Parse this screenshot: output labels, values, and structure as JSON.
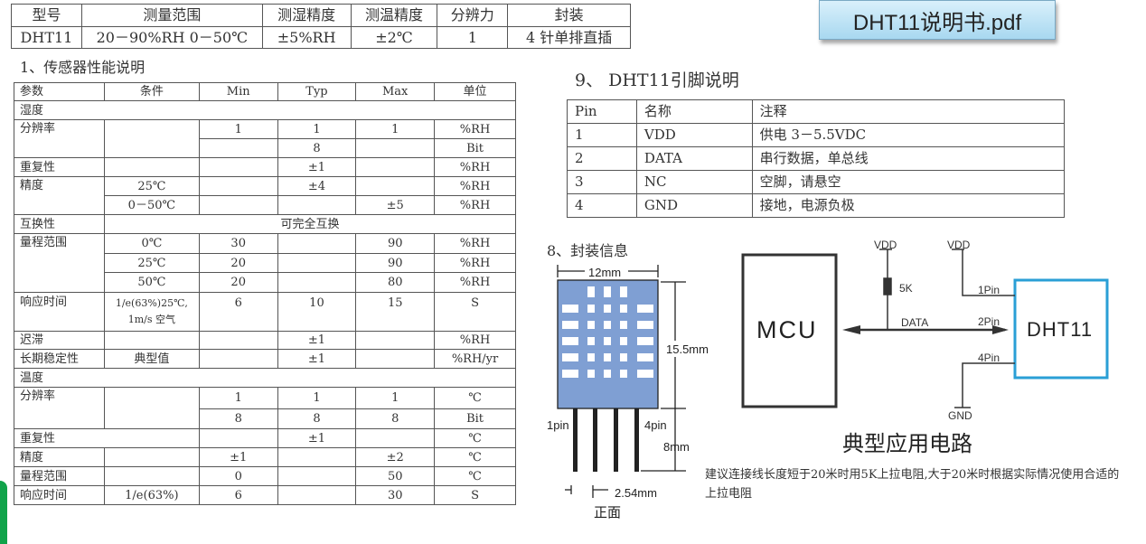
{
  "badge": {
    "title": "DHT11说明书.pdf"
  },
  "summary_table": {
    "headers": [
      "型号",
      "测量范围",
      "测湿精度",
      "测温精度",
      "分辨力",
      "封装"
    ],
    "row": [
      "DHT11",
      "20－90%RH 0－50℃",
      "±5%RH",
      "±2℃",
      "1",
      "4 针单排直插"
    ]
  },
  "section1": {
    "title": "1、传感器性能说明",
    "headers": [
      "参数",
      "条件",
      "Min",
      "Typ",
      "Max",
      "单位"
    ],
    "humidity_label": "湿度",
    "temperature_label": "温度",
    "humidity_rows": {
      "resolution": {
        "param": "分辨率",
        "r1": [
          "1",
          "1",
          "1",
          "%RH"
        ],
        "r2": [
          "",
          "8",
          "",
          "Bit"
        ]
      },
      "repeatability": {
        "param": "重复性",
        "cells": [
          "",
          "",
          "±1",
          "",
          "%RH"
        ]
      },
      "accuracy": {
        "param": "精度",
        "r1": [
          "25℃",
          "",
          "±4",
          "",
          "%RH"
        ],
        "r2": [
          "0－50℃",
          "",
          "",
          "±5",
          "%RH"
        ]
      },
      "interchange": {
        "param": "互换性",
        "value": "可完全互换"
      },
      "range": {
        "param": "量程范围",
        "r1": [
          "0℃",
          "30",
          "",
          "90",
          "%RH"
        ],
        "r2": [
          "25℃",
          "20",
          "",
          "90",
          "%RH"
        ],
        "r3": [
          "50℃",
          "20",
          "",
          "80",
          "%RH"
        ]
      },
      "response": {
        "param": "响应时间",
        "cond_line1": "1/e(63%)25℃,",
        "cond_line2": "1m/s 空气",
        "cells": [
          "6",
          "10",
          "15",
          "S"
        ]
      },
      "hysteresis": {
        "param": "迟滞",
        "cells": [
          "",
          "",
          "±1",
          "",
          "%RH"
        ]
      },
      "stability": {
        "param": "长期稳定性",
        "cells": [
          "典型值",
          "",
          "±1",
          "",
          "%RH/yr"
        ]
      }
    },
    "temperature_rows": {
      "resolution": {
        "param": "分辨率",
        "r1": [
          "1",
          "1",
          "1",
          "℃"
        ],
        "r2": [
          "8",
          "8",
          "8",
          "Bit"
        ]
      },
      "repeatability": {
        "param": "重复性",
        "cells": [
          "",
          "±1",
          "",
          "℃"
        ]
      },
      "accuracy": {
        "param": "精度",
        "cells": [
          "",
          "±1",
          "",
          "±2",
          "℃"
        ]
      },
      "range": {
        "param": "量程范围",
        "cells": [
          "",
          "0",
          "",
          "50",
          "℃"
        ]
      },
      "response": {
        "param": "响应时间",
        "cells": [
          "1/e(63%)",
          "6",
          "",
          "30",
          "S"
        ]
      }
    }
  },
  "section9": {
    "title": "9、 DHT11引脚说明",
    "headers": [
      "Pin",
      "名称",
      "注释"
    ],
    "rows": [
      [
        "1",
        "VDD",
        "供电 3－5.5VDC"
      ],
      [
        "2",
        "DATA",
        "串行数据，单总线"
      ],
      [
        "3",
        "NC",
        "空脚，请悬空"
      ],
      [
        "4",
        "GND",
        "接地，电源负极"
      ]
    ]
  },
  "section8": {
    "title": "8、封装信息",
    "width_label": "12mm",
    "height_label": "15.5mm",
    "pin_length_label": "8mm",
    "pitch_label": "2.54mm",
    "pin1_label": "1pin",
    "pin4_label": "4pin",
    "front_label": "正面",
    "body_color": "#7f9fd3"
  },
  "circuit": {
    "mcu_label": "MCU",
    "sensor_label": "DHT11",
    "vdd_label_1": "VDD",
    "vdd_label_2": "VDD",
    "resistor_label": "5K",
    "data_label": "DATA",
    "pin1": "1Pin",
    "pin2": "2Pin",
    "pin4": "4Pin",
    "gnd_label": "GND",
    "caption": "典型应用电路",
    "note": "建议连接线长度短于20米时用5K上拉电阻,大于20米时根据实际情况使用合适的上拉电阻",
    "sensor_border_color": "#2a9fd6"
  }
}
